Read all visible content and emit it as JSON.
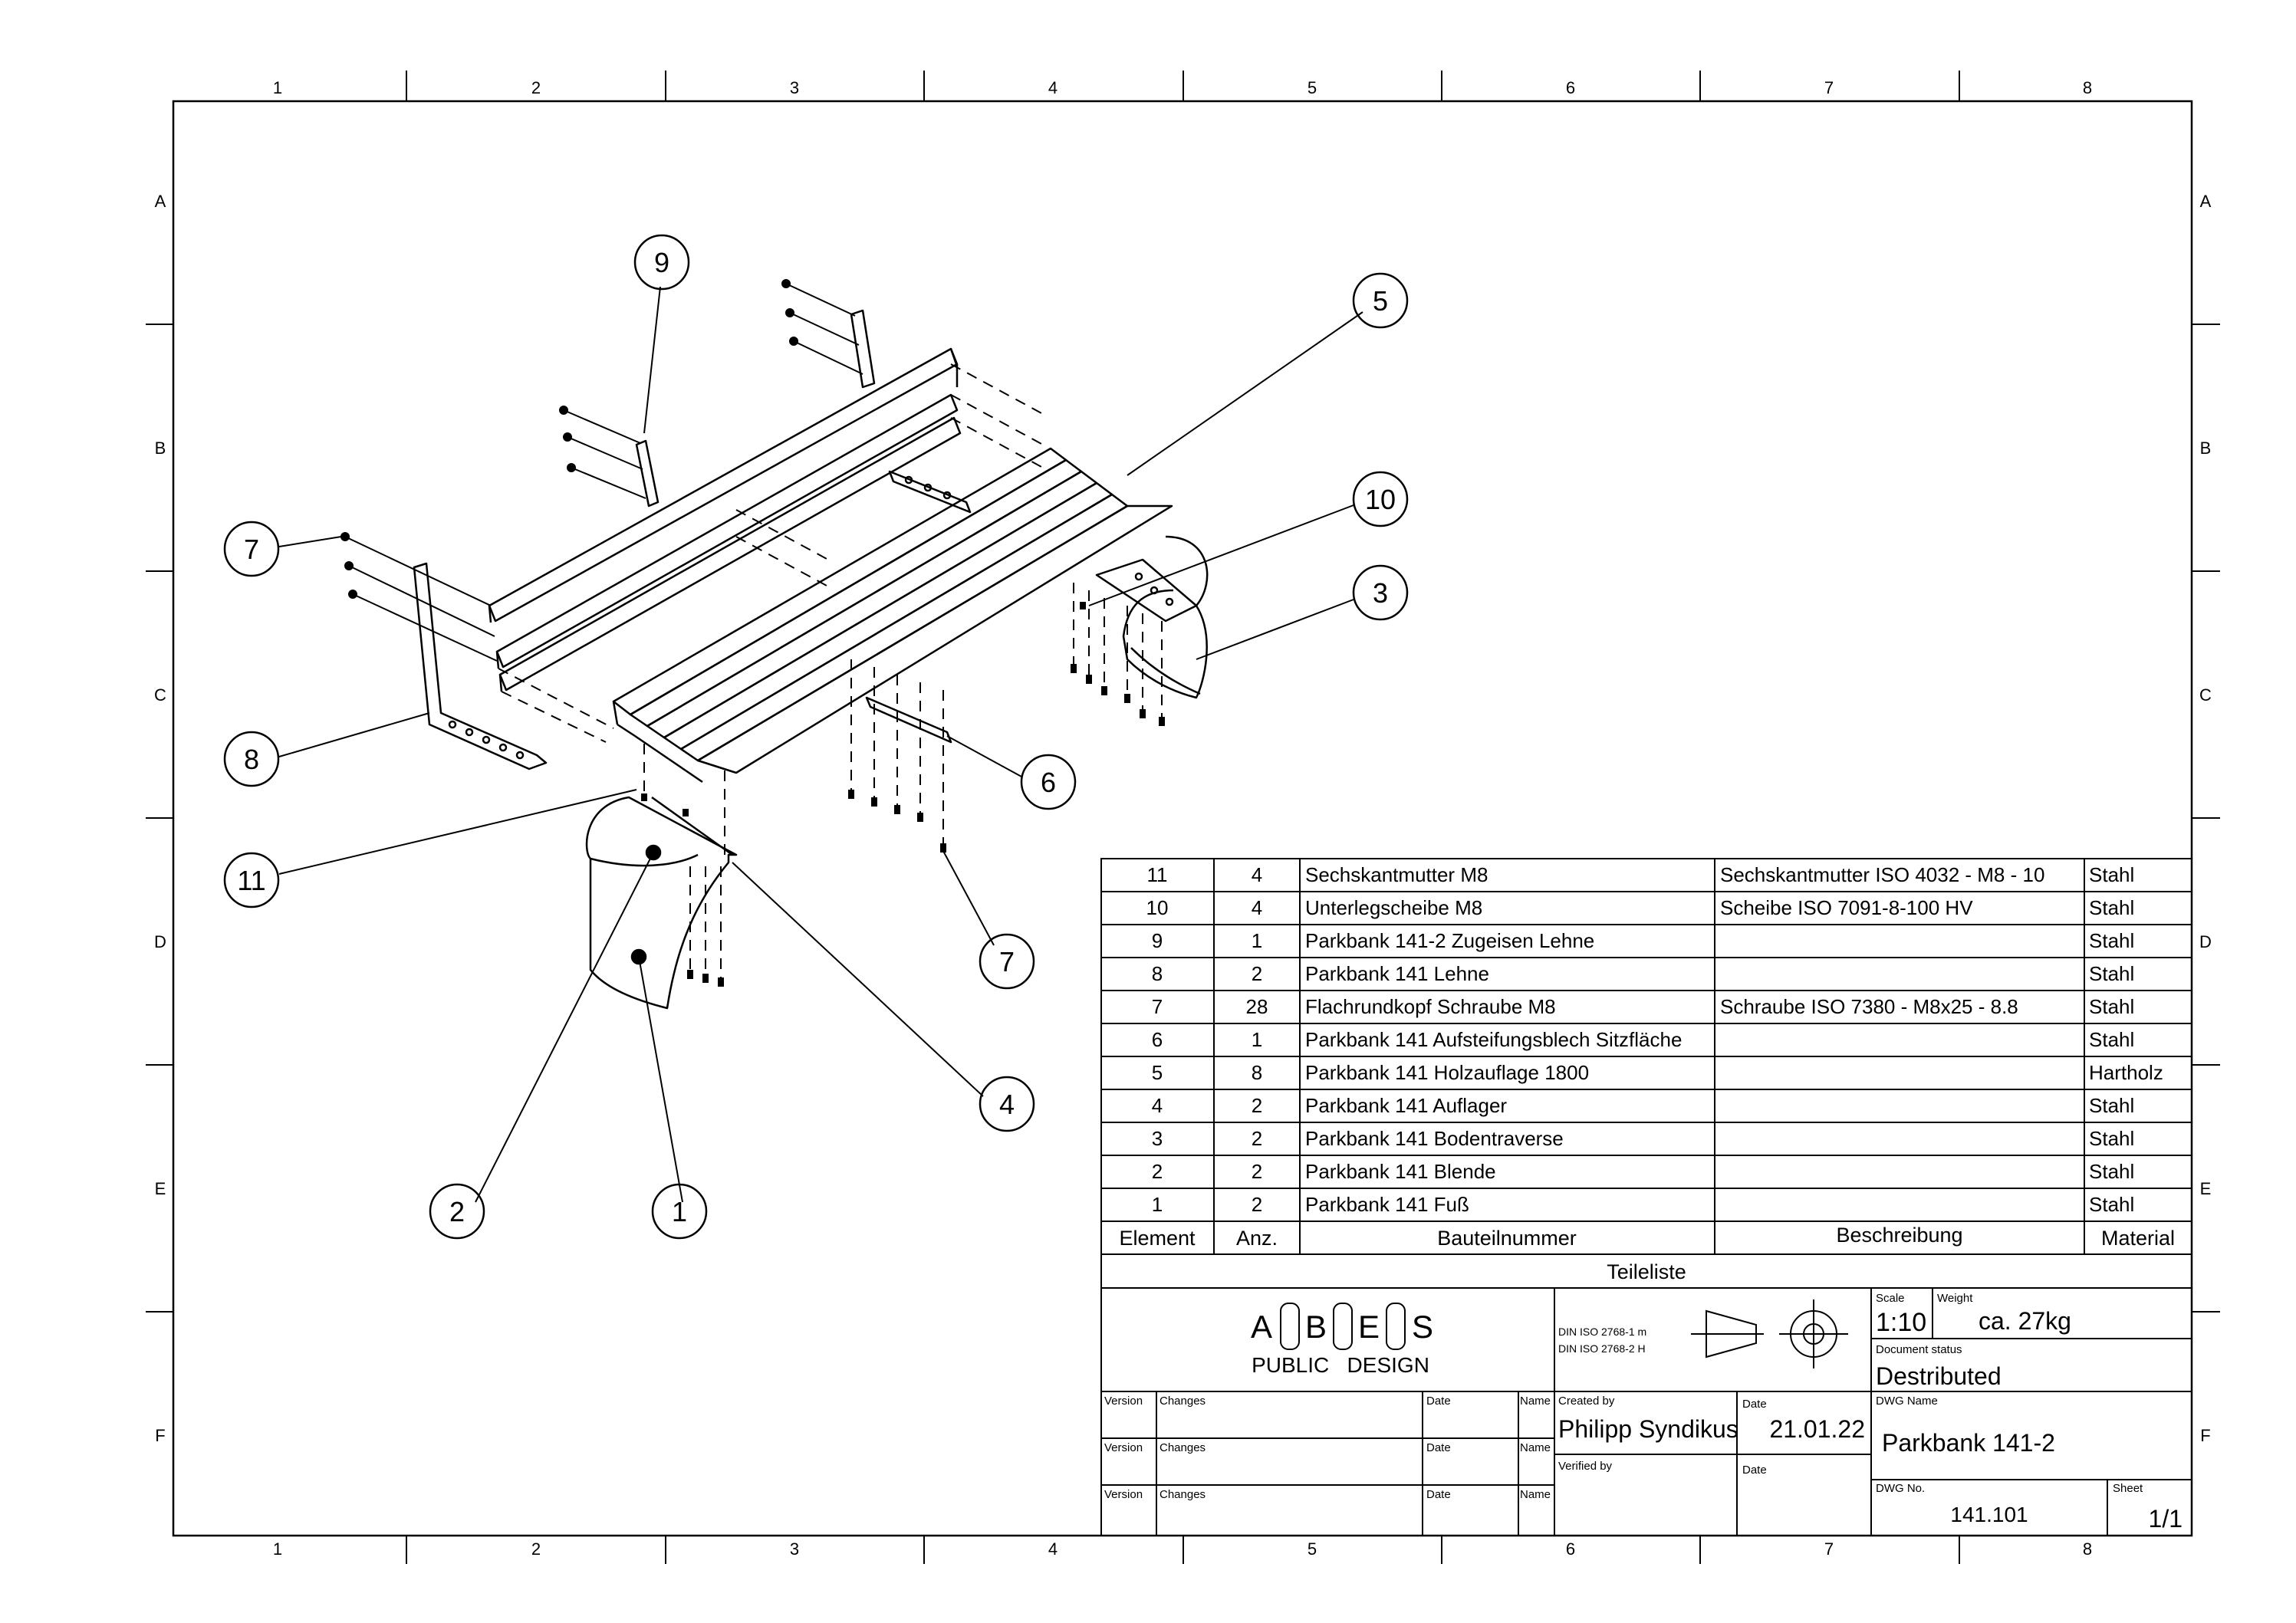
{
  "frame": {
    "columns": [
      "1",
      "2",
      "3",
      "4",
      "5",
      "6",
      "7",
      "8"
    ],
    "rows": [
      "A",
      "B",
      "C",
      "D",
      "E",
      "F"
    ]
  },
  "balloons": [
    {
      "id": "b9",
      "label": "9"
    },
    {
      "id": "b5",
      "label": "5"
    },
    {
      "id": "b7a",
      "label": "7"
    },
    {
      "id": "b10",
      "label": "10"
    },
    {
      "id": "b3",
      "label": "3"
    },
    {
      "id": "b8",
      "label": "8"
    },
    {
      "id": "b6",
      "label": "6"
    },
    {
      "id": "b11",
      "label": "11"
    },
    {
      "id": "b7b",
      "label": "7"
    },
    {
      "id": "b4",
      "label": "4"
    },
    {
      "id": "b2",
      "label": "2"
    },
    {
      "id": "b1",
      "label": "1"
    }
  ],
  "parts_list": {
    "title": "Teileliste",
    "headers": [
      "Element",
      "Anz.",
      "Bauteilnummer",
      "Beschreibung",
      "Material"
    ],
    "rows": [
      [
        "11",
        "4",
        "Sechskantmutter M8",
        "Sechskantmutter ISO 4032 - M8 - 10",
        "Stahl"
      ],
      [
        "10",
        "4",
        "Unterlegscheibe M8",
        "Scheibe ISO 7091-8-100 HV",
        "Stahl"
      ],
      [
        "9",
        "1",
        "Parkbank 141-2 Zugeisen Lehne",
        "",
        "Stahl"
      ],
      [
        "8",
        "2",
        "Parkbank 141 Lehne",
        "",
        "Stahl"
      ],
      [
        "7",
        "28",
        "Flachrundkopf Schraube M8",
        "Schraube ISO 7380 - M8x25 - 8.8",
        "Stahl"
      ],
      [
        "6",
        "1",
        "Parkbank 141 Aufsteifungsblech Sitzfläche",
        "",
        "Stahl"
      ],
      [
        "5",
        "8",
        "Parkbank 141 Holzauflage 1800",
        "",
        "Hartholz"
      ],
      [
        "4",
        "2",
        "Parkbank 141 Auflager",
        "",
        "Stahl"
      ],
      [
        "3",
        "2",
        "Parkbank 141 Bodentraverse",
        "",
        "Stahl"
      ],
      [
        "2",
        "2",
        "Parkbank 141 Blende",
        "",
        "Stahl"
      ],
      [
        "1",
        "2",
        "Parkbank 141 Fuß",
        "",
        "Stahl"
      ]
    ]
  },
  "title_block": {
    "logo_letters": [
      "A",
      "B",
      "E",
      "S"
    ],
    "logo_sub": "PUBLIC   DESIGN",
    "standard_1": "DIN ISO 2768-1 m",
    "standard_2": "DIN ISO 2768-2 H",
    "scale_label": "Scale",
    "scale": "1:10",
    "weight_label": "Weight",
    "weight": "ca. 27kg",
    "doc_status_label": "Document status",
    "doc_status": "Destributed",
    "created_by_label": "Created by",
    "created_by": "Philipp Syndikus",
    "date_label": "Date",
    "date": "21.01.22",
    "verified_by_label": "Verified by",
    "dwg_name_label": "DWG Name",
    "dwg_name": "Parkbank 141-2",
    "dwg_no_label": "DWG No.",
    "dwg_no": "141.101",
    "sheet_label": "Sheet",
    "sheet": "1/1",
    "rev_version": "Version",
    "rev_changes": "Changes",
    "rev_date": "Date",
    "rev_name": "Name"
  }
}
